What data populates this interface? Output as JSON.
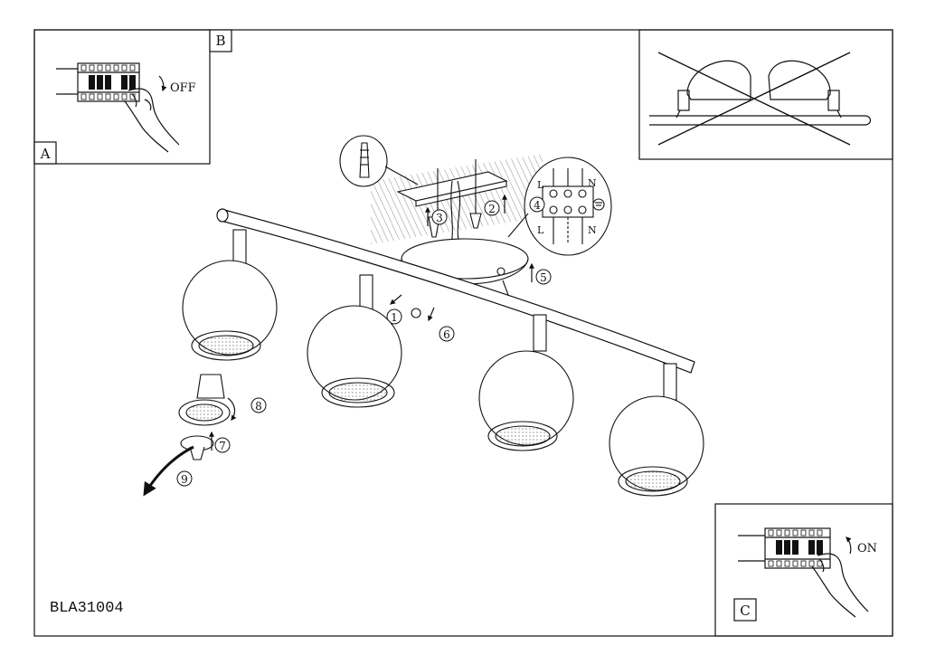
{
  "panels": {
    "a": {
      "label": "A"
    },
    "b": {
      "label": "B",
      "switch_state": "OFF"
    },
    "c": {
      "label": "C",
      "switch_state": "ON"
    }
  },
  "terminal": {
    "live": "L",
    "neutral": "N"
  },
  "steps": [
    "1",
    "2",
    "3",
    "4",
    "5",
    "6",
    "7",
    "8",
    "9"
  ],
  "model_code": "BLA31004"
}
